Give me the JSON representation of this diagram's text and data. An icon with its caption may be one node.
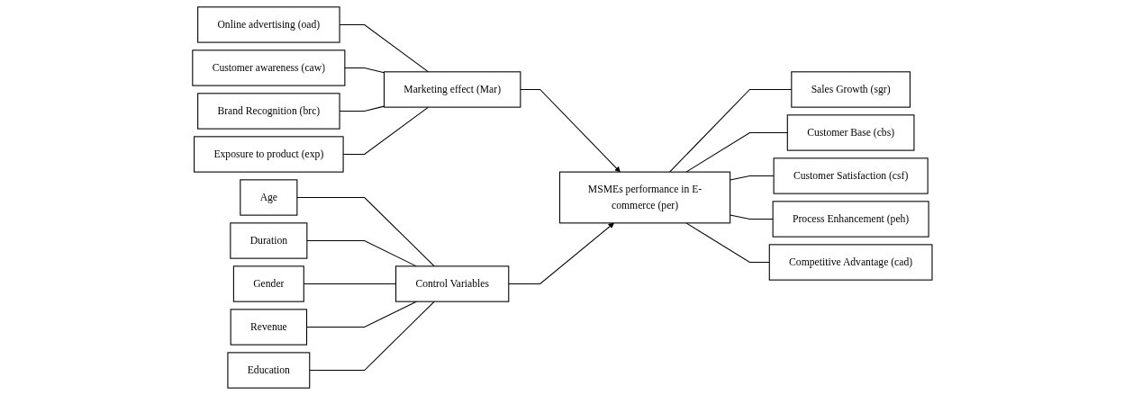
{
  "diagram": {
    "nodes": [
      {
        "text": [
          "Online advertising (oad)"
        ]
      },
      {
        "text": [
          "Customer awareness (caw)"
        ]
      },
      {
        "text": [
          "Brand Recognition (brc)"
        ]
      },
      {
        "text": [
          "Exposure to product (exp)"
        ]
      },
      {
        "text": [
          "Marketing effect (Mar)"
        ]
      },
      {
        "text": [
          "MSMEs performance in E-commerce (per)"
        ]
      },
      {
        "text": [
          "Age"
        ]
      },
      {
        "text": [
          "Duration"
        ]
      },
      {
        "text": [
          "Gender"
        ]
      },
      {
        "text": [
          "Revenue"
        ]
      },
      {
        "text": [
          "Education"
        ]
      },
      {
        "text": [
          "Control Variables"
        ]
      },
      {
        "text": [
          "Sales Growth (sgr)"
        ]
      },
      {
        "text": [
          "Customer Base (cbs)"
        ]
      },
      {
        "text": [
          "Customer Satisfaction (csf)"
        ]
      },
      {
        "text": [
          "Process Enhancement (peh)"
        ]
      },
      {
        "text": [
          "Competitive Advantage (cad)"
        ]
      }
    ],
    "edges": [
      {
        "from": 0,
        "to": 4,
        "arrow": "none"
      },
      {
        "from": 1,
        "to": 4,
        "arrow": "none"
      },
      {
        "from": 2,
        "to": 4,
        "arrow": "none"
      },
      {
        "from": 3,
        "to": 4,
        "arrow": "none"
      },
      {
        "from": 4,
        "to": 5,
        "arrow": "to"
      },
      {
        "from": 6,
        "to": 11,
        "arrow": "none"
      },
      {
        "from": 7,
        "to": 11,
        "arrow": "none"
      },
      {
        "from": 8,
        "to": 11,
        "arrow": "none"
      },
      {
        "from": 9,
        "to": 11,
        "arrow": "none"
      },
      {
        "from": 10,
        "to": 11,
        "arrow": "none"
      },
      {
        "from": 11,
        "to": 5,
        "arrow": "to"
      },
      {
        "from": 5,
        "to": 12,
        "arrow": "none"
      },
      {
        "from": 5,
        "to": 13,
        "arrow": "none"
      },
      {
        "from": 5,
        "to": 14,
        "arrow": "none"
      },
      {
        "from": 5,
        "to": 15,
        "arrow": "none"
      },
      {
        "from": 5,
        "to": 16,
        "arrow": "none"
      }
    ]
  }
}
